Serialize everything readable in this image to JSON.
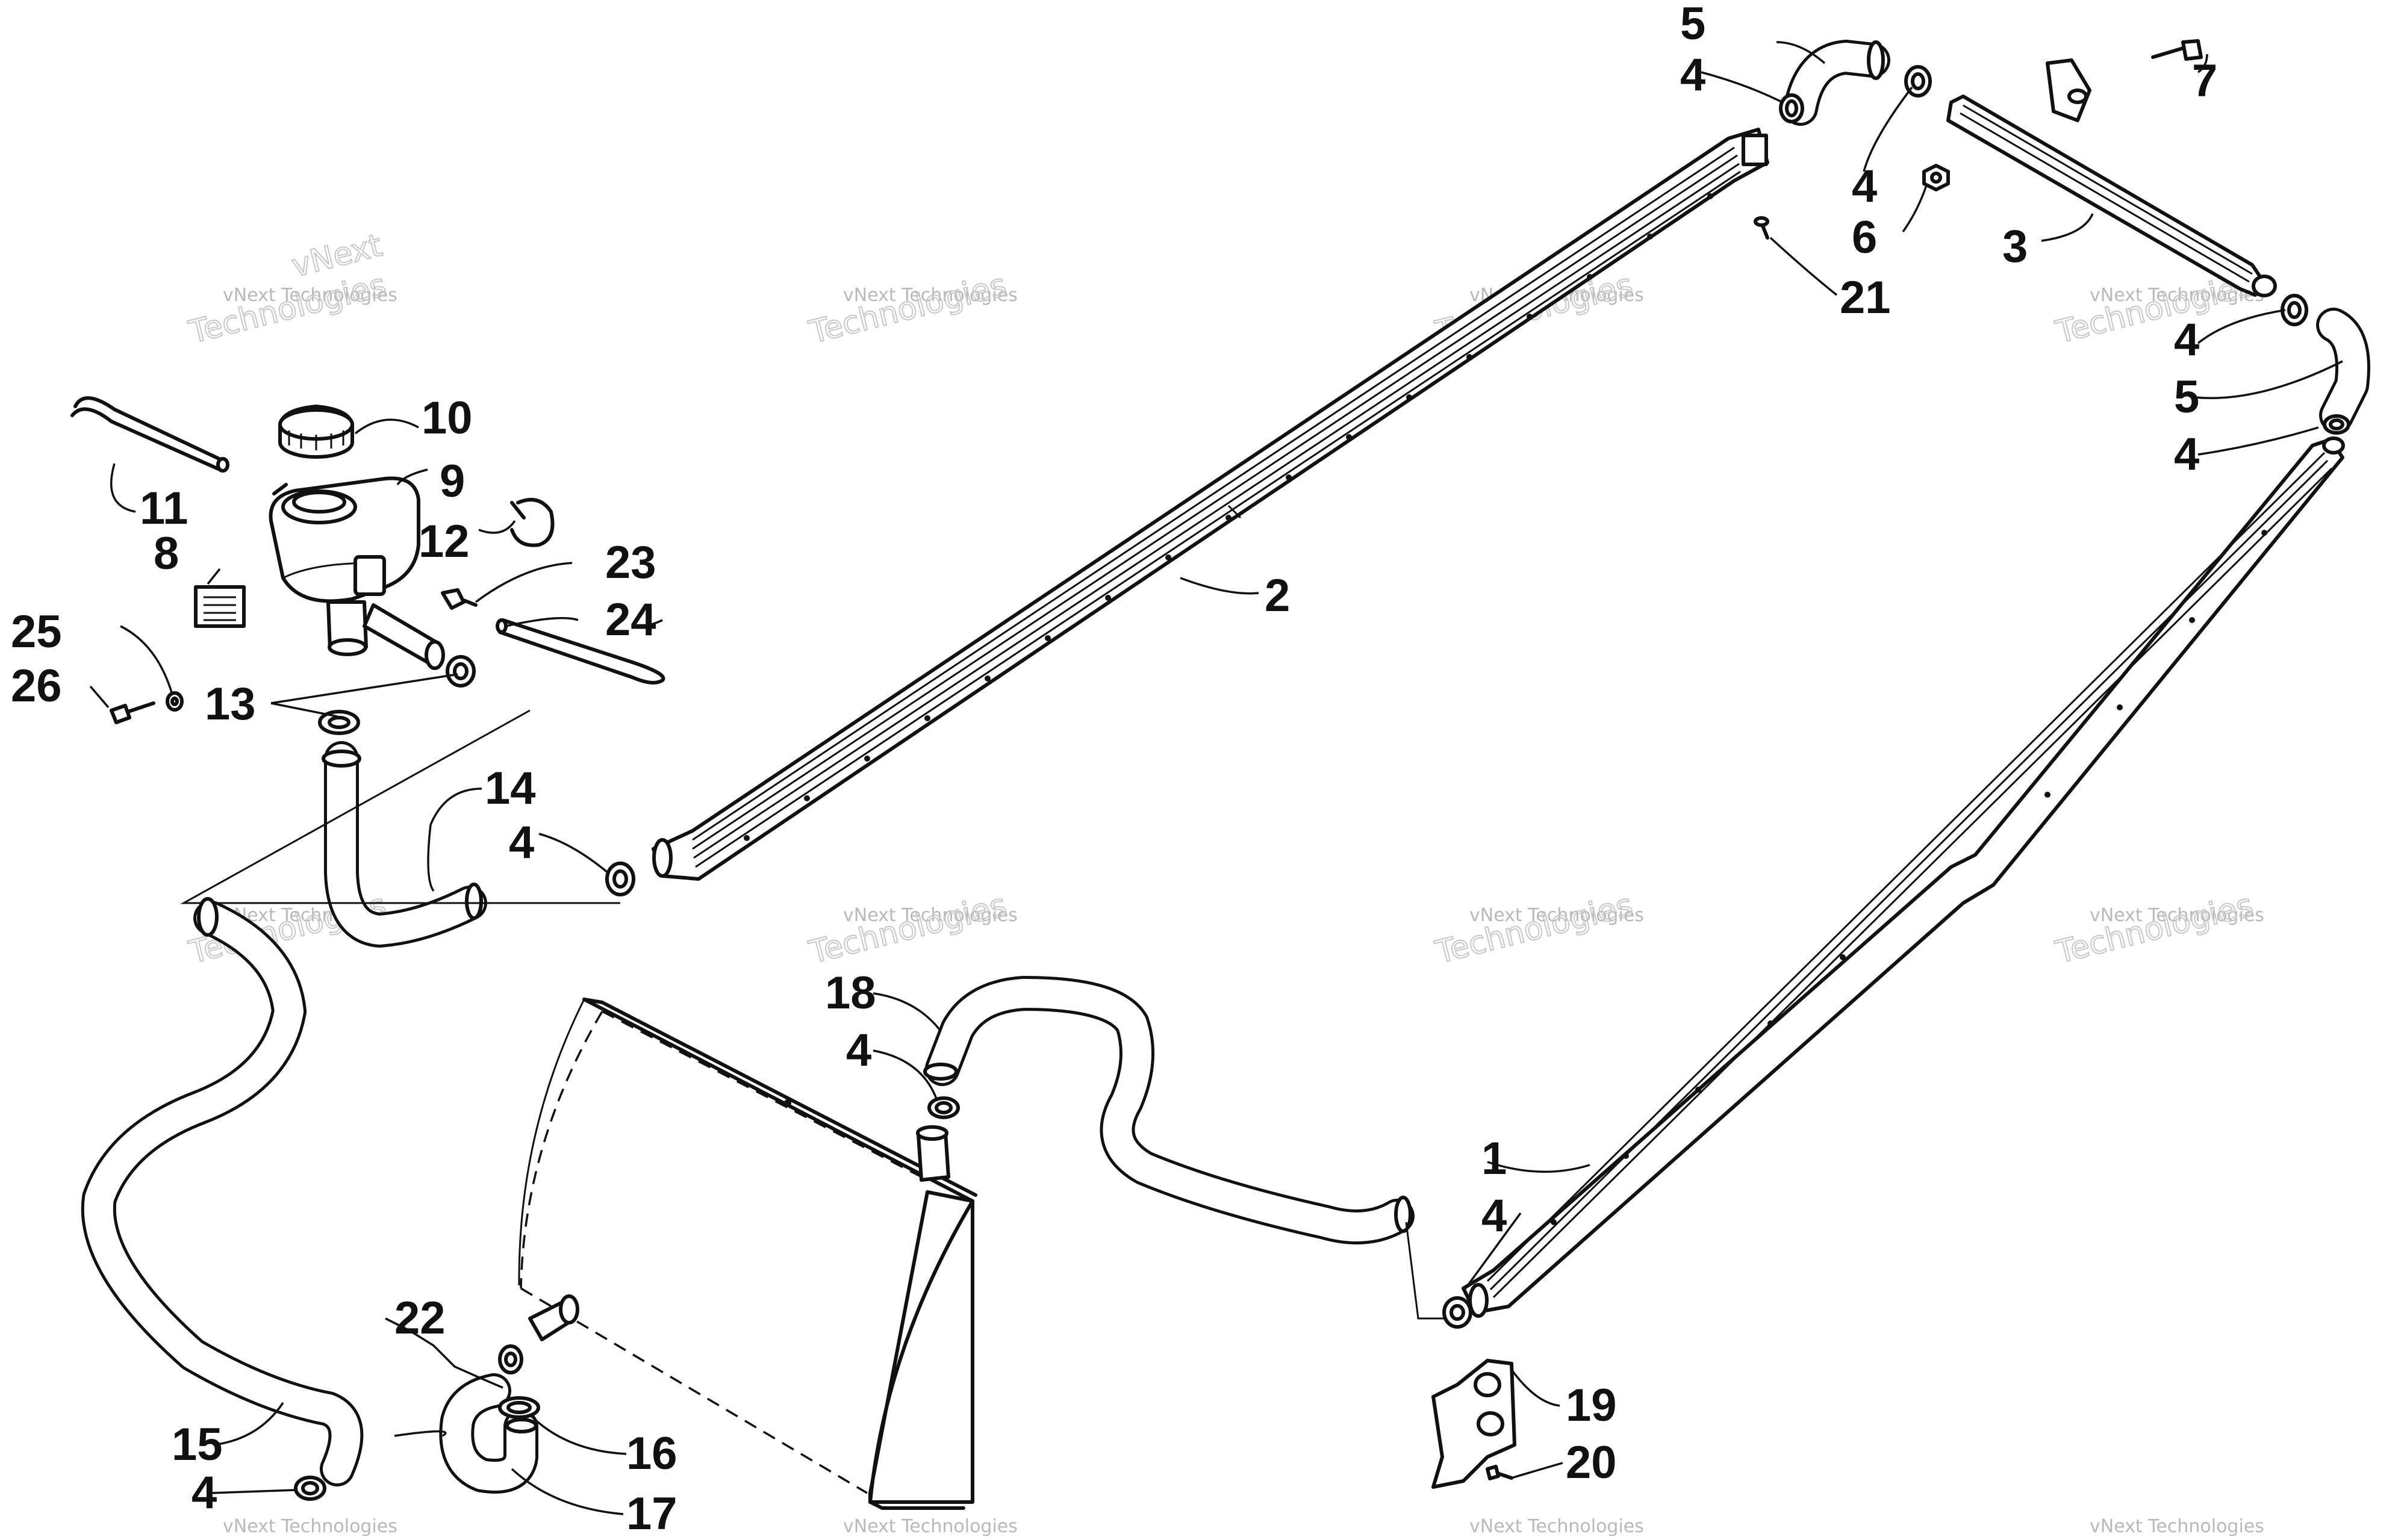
{
  "callouts": {
    "c1": "1",
    "c2": "2",
    "c3": "3",
    "c4a": "4",
    "c4b": "4",
    "c4c": "4",
    "c4d": "4",
    "c4e": "4",
    "c4f": "4",
    "c4g": "4",
    "c4h": "4",
    "c5a": "5",
    "c5b": "5",
    "c6": "6",
    "c7": "7",
    "c8": "8",
    "c9": "9",
    "c10": "10",
    "c11": "11",
    "c12": "12",
    "c13": "13",
    "c14": "14",
    "c15": "15",
    "c16": "16",
    "c17": "17",
    "c18": "18",
    "c19": "19",
    "c20": "20",
    "c21": "21",
    "c22": "22",
    "c23": "23",
    "c24": "24",
    "c25": "25",
    "c26": "26"
  },
  "watermark": {
    "line1": "vNext Technologies",
    "line2": "vNext",
    "line3": "Technologies"
  },
  "colors": {
    "ink": "#111111",
    "watermark": "#b9b9b9",
    "background": "#ffffff"
  }
}
